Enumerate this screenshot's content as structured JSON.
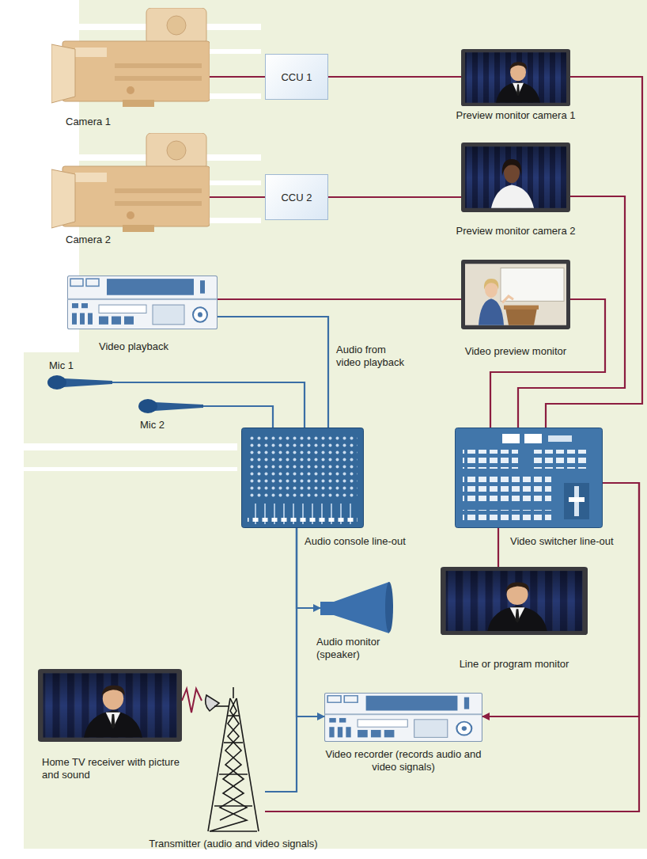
{
  "diagram": {
    "nodes": [
      {
        "text": [
          "Camera 1"
        ]
      },
      {
        "text": [
          "CCU 1"
        ]
      },
      {
        "text": [
          "Preview monitor camera 1"
        ]
      },
      {
        "text": [
          "Camera 2"
        ]
      },
      {
        "text": [
          "CCU 2"
        ]
      },
      {
        "text": [
          "Preview monitor camera 2"
        ]
      },
      {
        "text": [
          "Video playback"
        ]
      },
      {
        "text": [
          "Video preview monitor"
        ]
      },
      {
        "text": [
          "Mic 1"
        ]
      },
      {
        "text": [
          "Mic 2"
        ]
      },
      {
        "text": [
          "Audio console line-out"
        ]
      },
      {
        "text": [
          "Video switcher line-out"
        ]
      },
      {
        "text": [
          "Audio monitor (speaker)"
        ]
      },
      {
        "text": [
          "Line or program monitor"
        ]
      },
      {
        "text": [
          "Home TV receiver with picture and sound"
        ]
      },
      {
        "text": [
          "Video recorder (records audio and video signals)"
        ]
      },
      {
        "text": [
          "Transmitter (audio and video signals)"
        ]
      }
    ],
    "edges": [
      {
        "from": 0,
        "to": 1,
        "arrow": "none"
      },
      {
        "from": 1,
        "to": 2,
        "arrow": "none"
      },
      {
        "from": 3,
        "to": 4,
        "arrow": "none"
      },
      {
        "from": 4,
        "to": 5,
        "arrow": "none"
      },
      {
        "from": 2,
        "to": 11,
        "arrow": "none"
      },
      {
        "from": 5,
        "to": 11,
        "arrow": "none"
      },
      {
        "from": 6,
        "to": 7,
        "arrow": "none"
      },
      {
        "from": 7,
        "to": 11,
        "arrow": "none"
      },
      {
        "from": 6,
        "to": 10,
        "label": "Audio from video playback",
        "arrow": "none"
      },
      {
        "from": 8,
        "to": 10,
        "arrow": "none"
      },
      {
        "from": 9,
        "to": 10,
        "arrow": "none"
      },
      {
        "from": 10,
        "to": 12,
        "arrow": "to"
      },
      {
        "from": 10,
        "to": 15,
        "arrow": "to"
      },
      {
        "from": 10,
        "to": 16,
        "arrow": "none"
      },
      {
        "from": 11,
        "to": 13,
        "arrow": "none"
      },
      {
        "from": 11,
        "to": 15,
        "arrow": "to"
      },
      {
        "from": 11,
        "to": 16,
        "arrow": "none"
      },
      {
        "from": 16,
        "to": 14,
        "arrow": "none"
      }
    ]
  }
}
